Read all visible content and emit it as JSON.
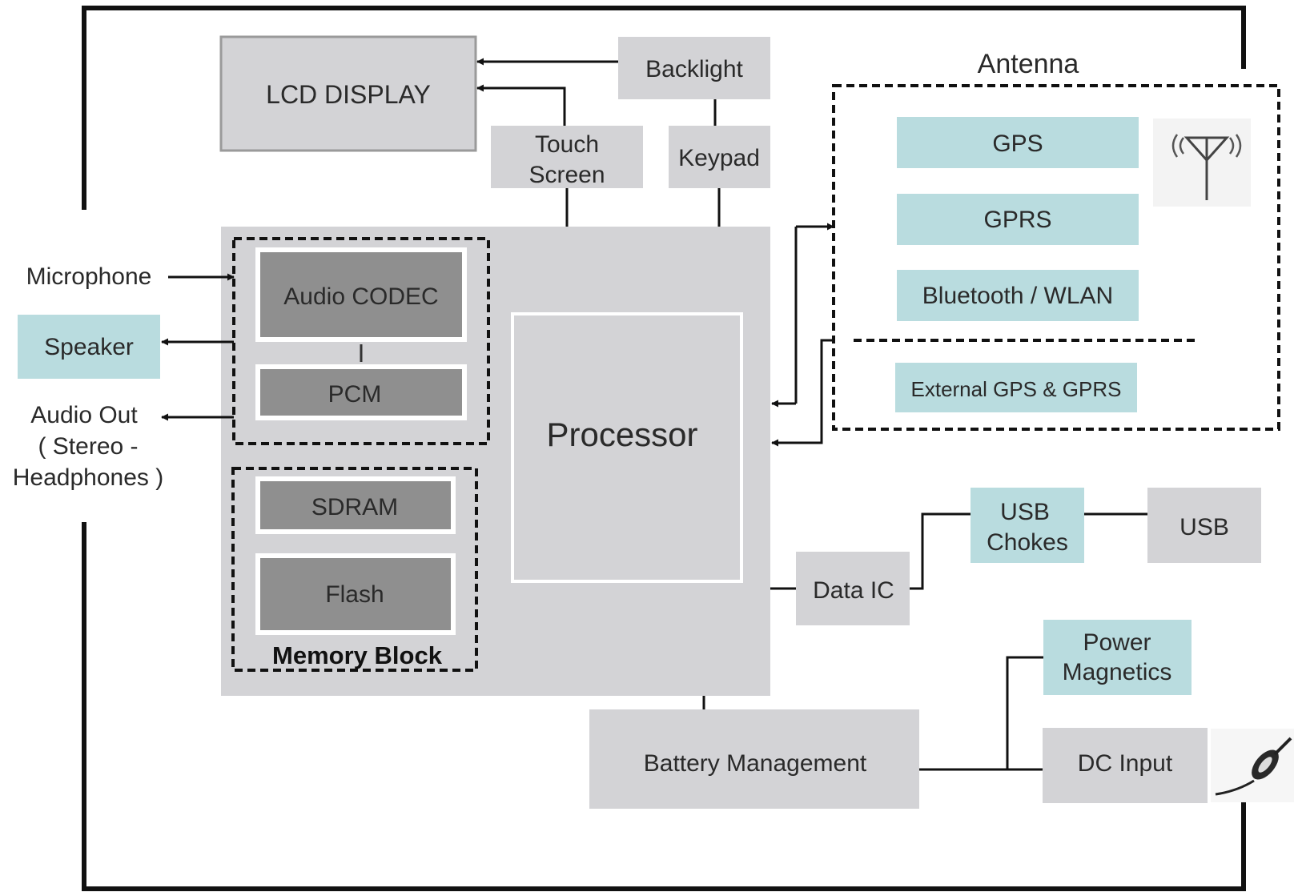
{
  "colors": {
    "frame": "#111111",
    "light_gray": "#d3d3d6",
    "dark_gray": "#8f8f8f",
    "teal": "#b9dcdf",
    "text": "#2a2a2a"
  },
  "lcd_display": "LCD DISPLAY",
  "backlight": "Backlight",
  "touch_screen": [
    "Touch",
    "Screen"
  ],
  "keypad": "Keypad",
  "antenna": {
    "title": "Antenna",
    "gps": "GPS",
    "gprs": "GPRS",
    "bluetooth_wlan": "Bluetooth / WLAN",
    "external": "External GPS & GPRS",
    "icon": "antenna-icon"
  },
  "microphone": "Microphone",
  "speaker": "Speaker",
  "audio_out": [
    "Audio Out",
    "( Stereo -",
    "Headphones )"
  ],
  "audio_codec": "Audio CODEC",
  "pcm": "PCM",
  "sdram": "SDRAM",
  "flash": "Flash",
  "memory_block": "Memory Block",
  "processor": "Processor",
  "data_ic": "Data IC",
  "usb_chokes": [
    "USB",
    "Chokes"
  ],
  "usb": "USB",
  "power_magnetics": [
    "Power",
    "Magnetics"
  ],
  "dc_input": "DC Input",
  "dc_plug_icon": "dc-plug-icon",
  "battery_management": "Battery Management"
}
